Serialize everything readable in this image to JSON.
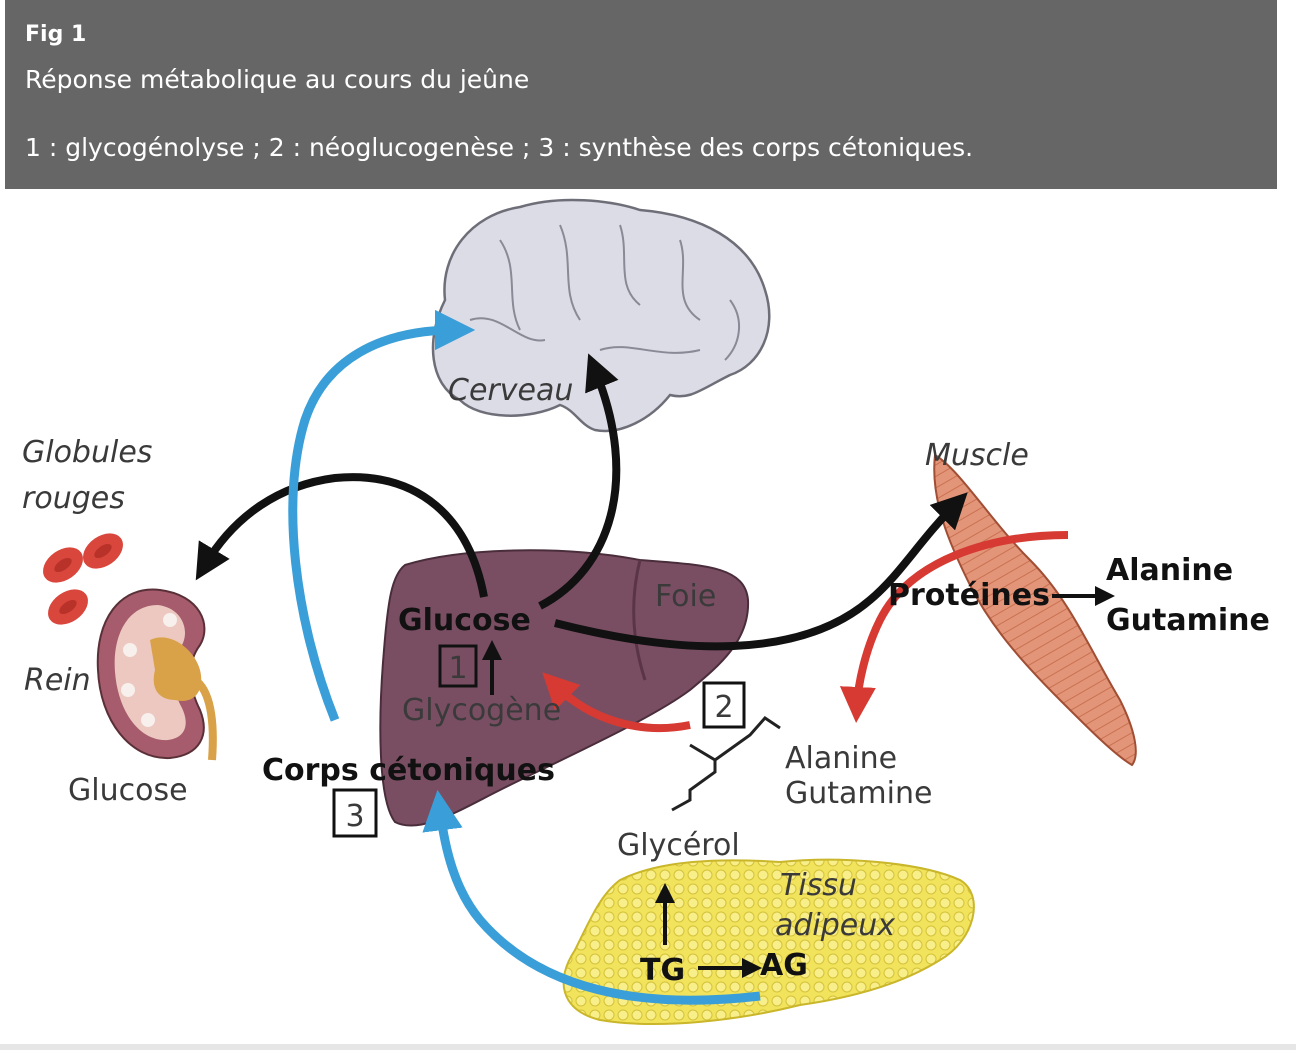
{
  "caption": {
    "fig_label": "Fig 1",
    "title": "Réponse métabolique au cours du jeûne",
    "legend": "1 : glycogénolyse ; 2 : néoglucogenèse ; 3 : synthèse des corps cétoniques."
  },
  "diagram": {
    "organs": {
      "brain": "Cerveau",
      "red_cells_line1": "Globules",
      "red_cells_line2": "rouges",
      "kidney": "Rein",
      "liver": "Foie",
      "muscle": "Muscle",
      "adipose_line1": "Tissu",
      "adipose_line2": "adipeux"
    },
    "molecules": {
      "liver_glucose": "Glucose",
      "glycogen": "Glycogène",
      "kidney_glucose": "Glucose",
      "ketone_bodies": "Corps cétoniques",
      "proteins": "Protéines",
      "muscle_alanine": "Alanine",
      "muscle_glutamine": "Gutamine",
      "alanine": "Alanine",
      "glutamine": "Gutamine",
      "glycerol": "Glycérol",
      "tg": "TG",
      "ag": "AG"
    },
    "pathway_numbers": {
      "glycogenolysis": "1",
      "neoglucogenesis": "2",
      "ketogenesis": "3"
    },
    "colors": {
      "caption_bg": "#666666",
      "ketone_arrow": "#3a9fd8",
      "glucose_arrow": "#111111",
      "neoglucogenesis_arrow": "#d63a32",
      "liver": "#7a4e62",
      "brain": "#dcdce6",
      "muscle": "#e3957a",
      "adipose": "#f2e35c",
      "red_cell": "#d9463c"
    }
  }
}
